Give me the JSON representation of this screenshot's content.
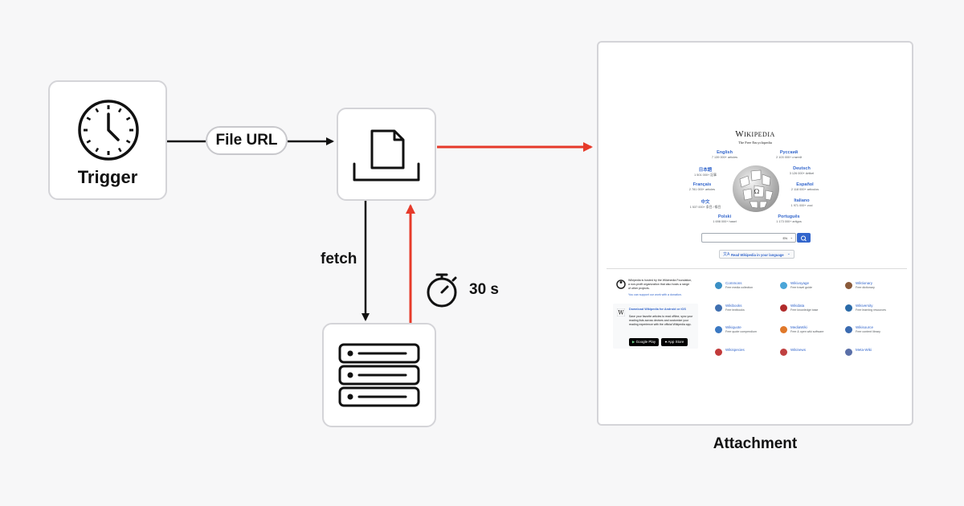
{
  "nodes": {
    "trigger": {
      "label": "Trigger",
      "icon": "clock-icon"
    },
    "file": {
      "icon": "file-upload-icon"
    },
    "storage": {
      "icon": "server-stack-icon"
    },
    "attachment": {
      "label": "Attachment"
    }
  },
  "edges": {
    "file_url": {
      "label": "File URL"
    },
    "fetch": {
      "label": "fetch"
    },
    "wait": {
      "label": "30 s",
      "icon": "stopwatch-icon"
    }
  },
  "colors": {
    "accent": "#e63a2a",
    "border": "#d4d4d8",
    "line": "#111111"
  },
  "wikipedia": {
    "title": "Wikipedia",
    "subtitle": "The Free Encyclopedia",
    "languages": [
      {
        "name": "English",
        "count": "7 139 000+ articles"
      },
      {
        "name": "Русский",
        "count": "2 103 000+ статей"
      },
      {
        "name": "日本語",
        "count": "1 501 000+ 記事"
      },
      {
        "name": "Deutsch",
        "count": "3 126 000+ Artikel"
      },
      {
        "name": "Français",
        "count": "2 781 000+ articles"
      },
      {
        "name": "Español",
        "count": "2 118 000+ artículos"
      },
      {
        "name": "中文",
        "count": "1 537 000+ 条目 / 條目"
      },
      {
        "name": "Italiano",
        "count": "1 971 000+ voci"
      },
      {
        "name": "Polski",
        "count": "1 698 000+ haseł"
      },
      {
        "name": "Português",
        "count": "1 173 000+ artigos"
      }
    ],
    "search_lang": "EN",
    "read_lang": "Read Wikipedia in your language",
    "hosted": "Wikipedia is hosted by the Wikimedia Foundation, a non-profit organization that also hosts a range of other projects.",
    "donate": "You can support our work with a donation.",
    "app_title": "Download Wikipedia for Android or iOS",
    "app_text": "Save your favorite articles to read offline, sync your reading lists across devices and customize your reading experience with the official Wikipedia app.",
    "google_play": "Google Play",
    "app_store": "App Store",
    "projects": [
      {
        "name": "Commons",
        "desc": "Free media collection",
        "color": "#3a8fc4"
      },
      {
        "name": "Wikivoyage",
        "desc": "Free travel guide",
        "color": "#4aa5d8"
      },
      {
        "name": "Wiktionary",
        "desc": "Free dictionary",
        "color": "#8a5a3a"
      },
      {
        "name": "Wikibooks",
        "desc": "Free textbooks",
        "color": "#3f6fb0"
      },
      {
        "name": "Wikidata",
        "desc": "Free knowledge base",
        "color": "#b02a2a"
      },
      {
        "name": "Wikiversity",
        "desc": "Free learning resources",
        "color": "#2a6aa8"
      },
      {
        "name": "Wikiquote",
        "desc": "Free quote compendium",
        "color": "#3a78c2"
      },
      {
        "name": "MediaWiki",
        "desc": "Free & open wiki software",
        "color": "#e0782a"
      },
      {
        "name": "Wikisource",
        "desc": "Free content library",
        "color": "#3a6ab0"
      },
      {
        "name": "Wikispecies",
        "desc": "",
        "color": "#c23a3a"
      },
      {
        "name": "Wikinews",
        "desc": "",
        "color": "#c04040"
      },
      {
        "name": "Meta-Wiki",
        "desc": "",
        "color": "#5a6fa8"
      }
    ]
  }
}
